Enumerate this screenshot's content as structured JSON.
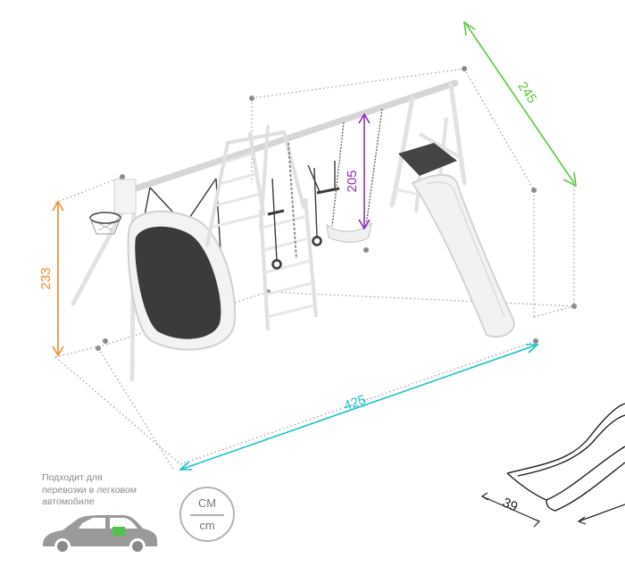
{
  "colors": {
    "width": "#19c4c8",
    "depth": "#5cc93e",
    "height": "#f28e2b",
    "inner_height": "#8e2bbf",
    "outline": "#9a9a9a",
    "frame": "#d9d9d9",
    "dark": "#3a3a3a"
  },
  "dimensions": {
    "width": "425",
    "depth": "245",
    "height": "233",
    "inner_height": "205",
    "slide_width": "39"
  },
  "note": {
    "line1": "Подходит для",
    "line2": "перевозки в легковом",
    "line3": "автомобиле"
  },
  "units": {
    "top": "СМ",
    "bottom": "cm"
  },
  "icons": [
    "car-icon",
    "units-icon"
  ]
}
